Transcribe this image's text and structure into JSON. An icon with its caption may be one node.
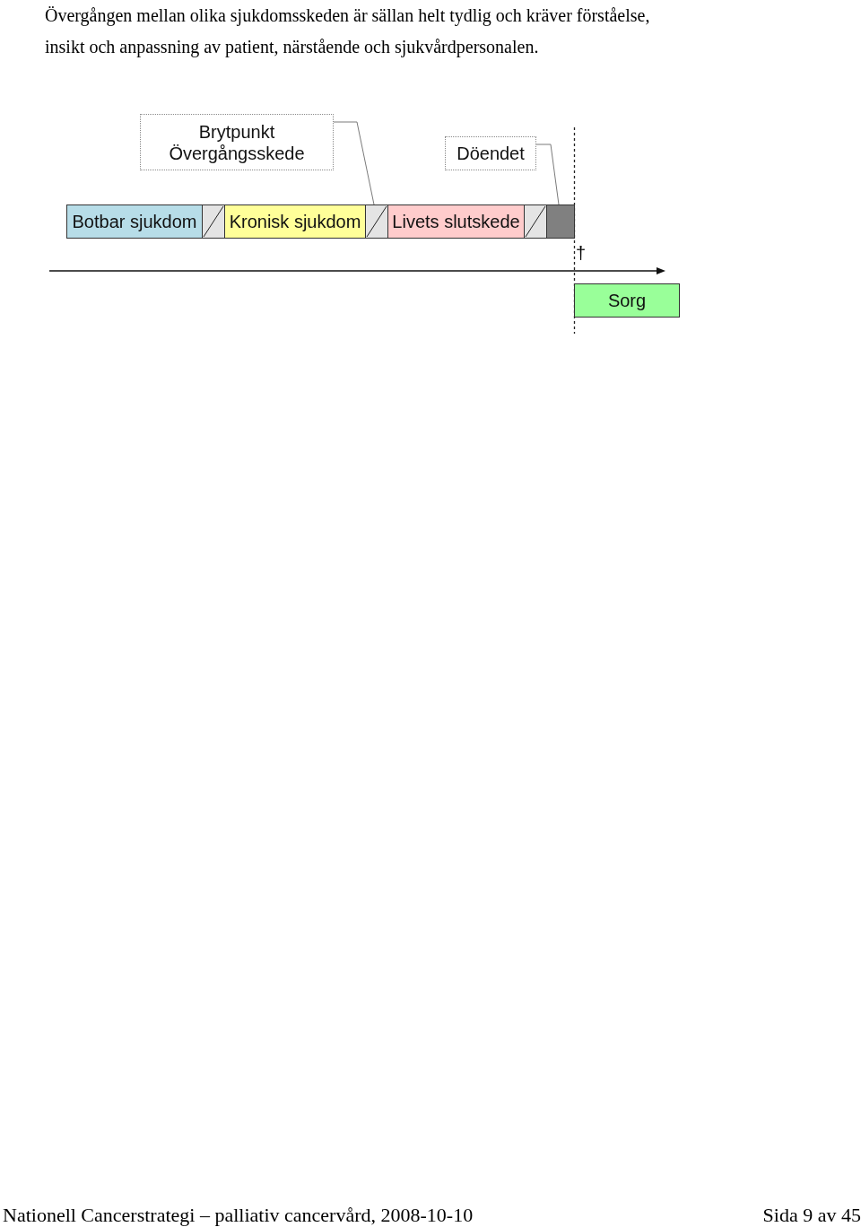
{
  "diagram": {
    "nodes": [
      {
        "text": [
          "Brytpunkt",
          "Övergångsskede"
        ]
      },
      {
        "text": [
          "Döendet"
        ]
      },
      {
        "text": [
          "Botbar sjukdom"
        ]
      },
      {
        "text": [],
        "shape": "box"
      },
      {
        "text": [
          "Kronisk sjukdom"
        ]
      },
      {
        "text": [],
        "shape": "box"
      },
      {
        "text": [
          "Livets slutskede"
        ]
      },
      {
        "text": [],
        "shape": "box"
      },
      {
        "text": [],
        "shape": "box"
      },
      {
        "text": [
          "Sorg"
        ]
      }
    ],
    "edges": [
      {
        "from": 0,
        "to": 5,
        "arrow": "none"
      },
      {
        "from": 1,
        "to": 8,
        "arrow": "none"
      }
    ],
    "labels": [
      "Övergången mellan olika sjukdomsskeden är sällan helt tydlig och kräver förståelse, insikt och anpassning av patient, närstående och sjukvårdpersonalen.",
      "†",
      "Nationell Cancerstrategi – palliativ cancervård, 2008-10-10",
      "Sida 9 av 45"
    ]
  }
}
